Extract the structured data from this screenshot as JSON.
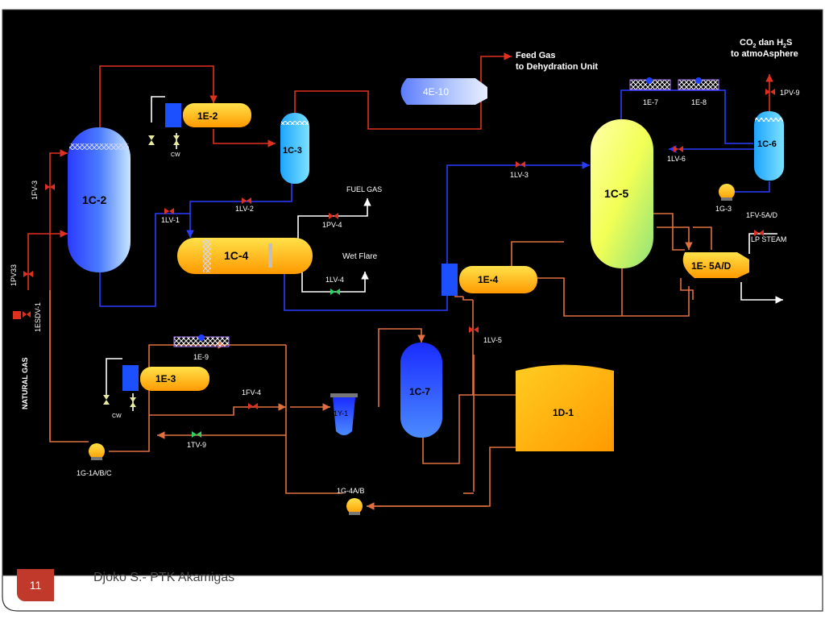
{
  "equipment": {
    "c2": "1C-2",
    "c3": "1C-3",
    "c4": "1C-4",
    "c5": "1C-5",
    "c6": "1C-6",
    "c7": "1C-7",
    "e2": "1E-2",
    "e3": "1E-3",
    "e4": "1E-4",
    "e5": "1E- 5A/D",
    "e7": "1E-7",
    "e8": "1E-8",
    "e9": "1E-9",
    "e10": "4E-10",
    "d1": "1D-1",
    "y1": "1Y-1",
    "g3": "1G-3",
    "g1": "1G-1A/B/C",
    "g4": "1G-4A/B"
  },
  "valves": {
    "fv3": "1FV-3",
    "pv33": "1PV33",
    "esdv1": "1ESDV-1",
    "lv1": "1LV-1",
    "lv2": "1LV-2",
    "pv4": "1PV-4",
    "lv4": "1LV-4",
    "lv3": "1LV-3",
    "lv6": "1LV-6",
    "pv9": "1PV-9",
    "fv5": "1FV-5A/D",
    "lv5": "1LV-5",
    "fv4": "1FV-4",
    "tv9": "1TV-9"
  },
  "streams": {
    "feed_gas_1": "Feed Gas",
    "feed_gas_2": "to Dehydration Unit",
    "co2_1": "CO",
    "co2_sub": "2",
    "co2_2": " dan H",
    "co2_sub2": "2",
    "co2_3": "S",
    "co2_line2": "to atmoAsphere",
    "fuel_gas": "FUEL GAS",
    "wet_flare": "Wet Flare",
    "lp_steam": "LP STEAM",
    "natural_gas": "NATURAL GAS",
    "cw": "CW"
  },
  "footer": {
    "page_number": "11",
    "author": "Djoko S.- PTK Akamigas"
  },
  "colors": {
    "background": "#000000",
    "rich_line": "#e03020",
    "lean_line": "#1c2fb0",
    "water_line": "#e07040",
    "badge": "#c0392b"
  }
}
